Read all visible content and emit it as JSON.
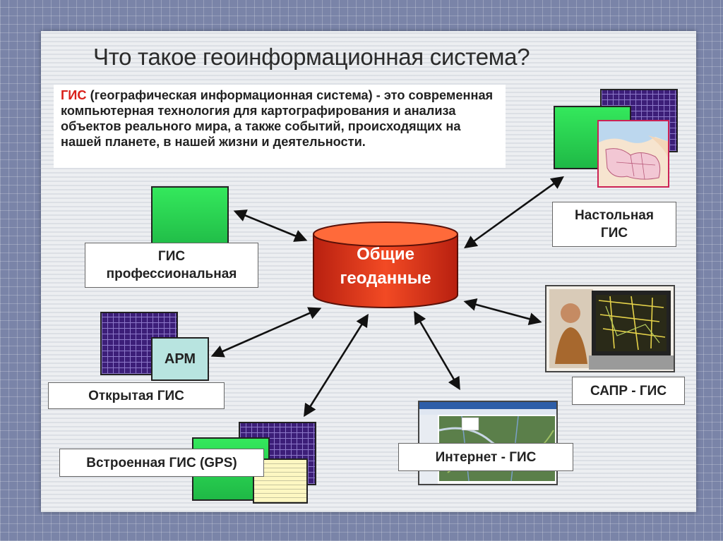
{
  "title": "Что такое геоинформационная система?",
  "definition": {
    "term": "ГИС",
    "text": " (географическая информационная система) - это современная компьютерная технология для картографирования и анализа объектов реального мира, а также событий, происходящих на нашей планете, в нашей жизни и деятельности."
  },
  "center": {
    "line1": "Общие",
    "line2": "геоданные"
  },
  "nodes": {
    "professional": {
      "line1": "ГИС",
      "line2": "профессиональная"
    },
    "open": {
      "label": "Открытая ГИС",
      "badge": "АРМ"
    },
    "embedded": {
      "label": "Встроенная ГИС (GPS)"
    },
    "desktop": {
      "line1": "Настольная",
      "line2": "ГИС"
    },
    "cad": {
      "label": "САПР - ГИС"
    },
    "internet": {
      "label": "Интернет - ГИС"
    }
  },
  "colors": {
    "cylinder": "#e8361a",
    "accent_text": "#d9201a",
    "green": "#2ad052",
    "purple_grid": "#3c1e78"
  }
}
